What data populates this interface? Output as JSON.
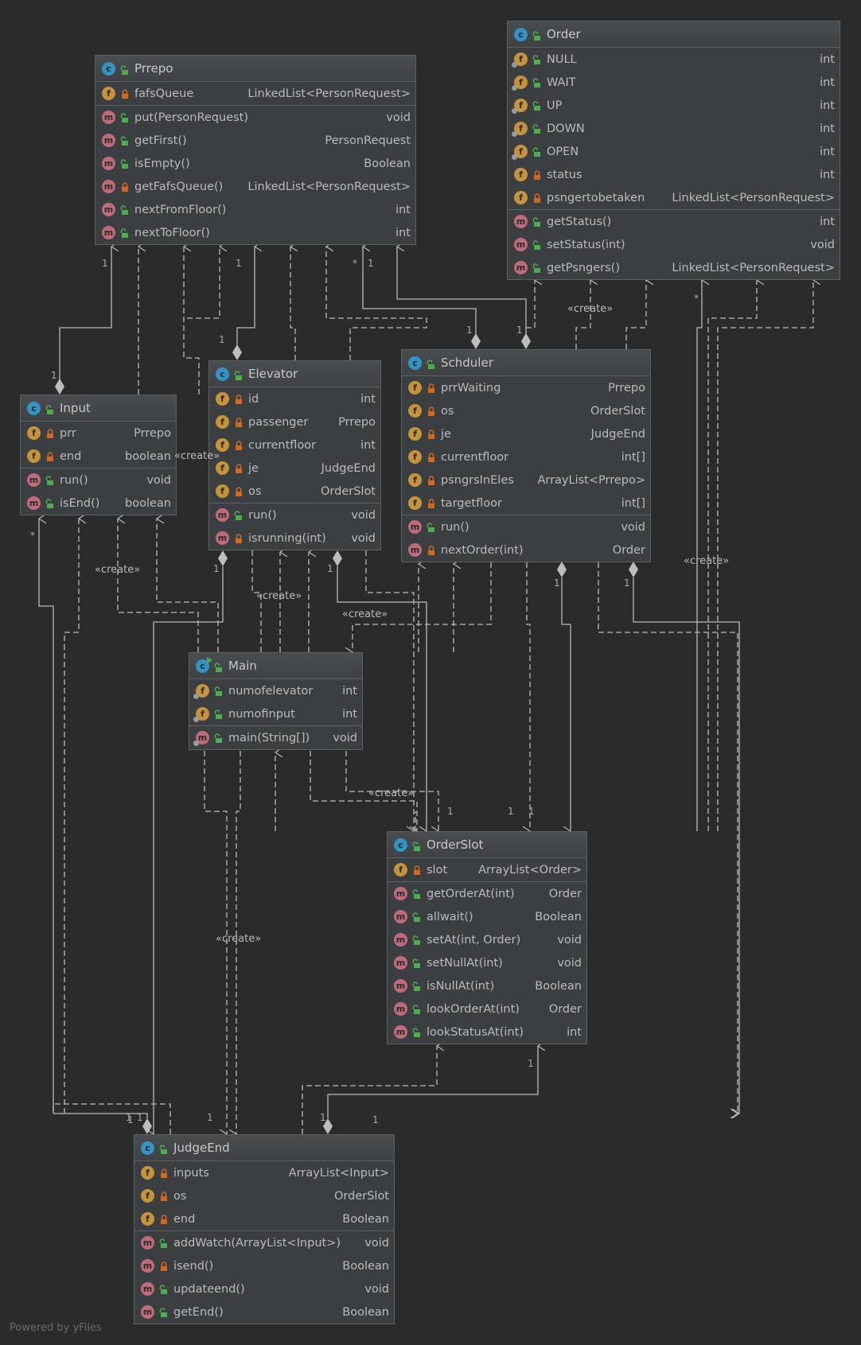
{
  "diagram_title": "UML class diagram",
  "footer": "Powered by yFiles",
  "icon_legend": {
    "c": "class-icon",
    "f": "field-icon",
    "m": "method-icon",
    "public": "unlocked-green-icon",
    "private": "locked-orange-icon"
  },
  "classes": {
    "Prrepo": {
      "name": "Prrepo",
      "kind": "class",
      "fields": [
        {
          "name": "fafsQueue",
          "type": "LinkedList<PersonRequest>",
          "visibility": "private",
          "static": false
        }
      ],
      "methods": [
        {
          "name": "put(PersonRequest)",
          "type": "void",
          "visibility": "public"
        },
        {
          "name": "getFirst()",
          "type": "PersonRequest",
          "visibility": "public"
        },
        {
          "name": "isEmpty()",
          "type": "Boolean",
          "visibility": "public"
        },
        {
          "name": "getFafsQueue()",
          "type": "LinkedList<PersonRequest>",
          "visibility": "private"
        },
        {
          "name": "nextFromFloor()",
          "type": "int",
          "visibility": "public"
        },
        {
          "name": "nextToFloor()",
          "type": "int",
          "visibility": "public"
        }
      ]
    },
    "Order": {
      "name": "Order",
      "kind": "class",
      "fields": [
        {
          "name": "NULL",
          "type": "int",
          "visibility": "public",
          "static": true
        },
        {
          "name": "WAIT",
          "type": "int",
          "visibility": "public",
          "static": true
        },
        {
          "name": "UP",
          "type": "int",
          "visibility": "public",
          "static": true
        },
        {
          "name": "DOWN",
          "type": "int",
          "visibility": "public",
          "static": true
        },
        {
          "name": "OPEN",
          "type": "int",
          "visibility": "public",
          "static": true
        },
        {
          "name": "status",
          "type": "int",
          "visibility": "private",
          "static": false
        },
        {
          "name": "psngertobetaken",
          "type": "LinkedList<PersonRequest>",
          "visibility": "private",
          "static": false
        }
      ],
      "methods": [
        {
          "name": "getStatus()",
          "type": "int",
          "visibility": "public"
        },
        {
          "name": "setStatus(int)",
          "type": "void",
          "visibility": "public"
        },
        {
          "name": "getPsngers()",
          "type": "LinkedList<PersonRequest>",
          "visibility": "public"
        }
      ]
    },
    "Input": {
      "name": "Input",
      "kind": "class",
      "fields": [
        {
          "name": "prr",
          "type": "Prrepo",
          "visibility": "private",
          "static": false
        },
        {
          "name": "end",
          "type": "boolean",
          "visibility": "private",
          "static": false
        }
      ],
      "methods": [
        {
          "name": "run()",
          "type": "void",
          "visibility": "public"
        },
        {
          "name": "isEnd()",
          "type": "boolean",
          "visibility": "public"
        }
      ]
    },
    "Elevator": {
      "name": "Elevator",
      "kind": "class",
      "fields": [
        {
          "name": "id",
          "type": "int",
          "visibility": "private",
          "static": false
        },
        {
          "name": "passenger",
          "type": "Prrepo",
          "visibility": "private",
          "static": false
        },
        {
          "name": "currentfloor",
          "type": "int",
          "visibility": "private",
          "static": false
        },
        {
          "name": "je",
          "type": "JudgeEnd",
          "visibility": "private",
          "static": false
        },
        {
          "name": "os",
          "type": "OrderSlot",
          "visibility": "private",
          "static": false
        }
      ],
      "methods": [
        {
          "name": "run()",
          "type": "void",
          "visibility": "public"
        },
        {
          "name": "isrunning(int)",
          "type": "void",
          "visibility": "private"
        }
      ]
    },
    "Schduler": {
      "name": "Schduler",
      "kind": "class",
      "fields": [
        {
          "name": "prrWaiting",
          "type": "Prrepo",
          "visibility": "private",
          "static": false
        },
        {
          "name": "os",
          "type": "OrderSlot",
          "visibility": "private",
          "static": false
        },
        {
          "name": "je",
          "type": "JudgeEnd",
          "visibility": "private",
          "static": false
        },
        {
          "name": "currentfloor",
          "type": "int[]",
          "visibility": "private",
          "static": false
        },
        {
          "name": "psngrsInEles",
          "type": "ArrayList<Prrepo>",
          "visibility": "private",
          "static": false
        },
        {
          "name": "targetfloor",
          "type": "int[]",
          "visibility": "private",
          "static": false
        }
      ],
      "methods": [
        {
          "name": "run()",
          "type": "void",
          "visibility": "public"
        },
        {
          "name": "nextOrder(int)",
          "type": "Order",
          "visibility": "private"
        }
      ]
    },
    "Main": {
      "name": "Main",
      "kind": "main-class",
      "fields": [
        {
          "name": "numofelevator",
          "type": "int",
          "visibility": "public",
          "static": true
        },
        {
          "name": "numofinput",
          "type": "int",
          "visibility": "public",
          "static": true
        }
      ],
      "methods": [
        {
          "name": "main(String[])",
          "type": "void",
          "visibility": "public",
          "static": true
        }
      ]
    },
    "OrderSlot": {
      "name": "OrderSlot",
      "kind": "class",
      "fields": [
        {
          "name": "slot",
          "type": "ArrayList<Order>",
          "visibility": "private",
          "static": false
        }
      ],
      "methods": [
        {
          "name": "getOrderAt(int)",
          "type": "Order",
          "visibility": "public"
        },
        {
          "name": "allwait()",
          "type": "Boolean",
          "visibility": "public"
        },
        {
          "name": "setAt(int, Order)",
          "type": "void",
          "visibility": "public"
        },
        {
          "name": "setNullAt(int)",
          "type": "void",
          "visibility": "public"
        },
        {
          "name": "isNullAt(int)",
          "type": "Boolean",
          "visibility": "public"
        },
        {
          "name": "lookOrderAt(int)",
          "type": "Order",
          "visibility": "public"
        },
        {
          "name": "lookStatusAt(int)",
          "type": "int",
          "visibility": "public"
        }
      ]
    },
    "JudgeEnd": {
      "name": "JudgeEnd",
      "kind": "class",
      "fields": [
        {
          "name": "inputs",
          "type": "ArrayList<Input>",
          "visibility": "private",
          "static": false
        },
        {
          "name": "os",
          "type": "OrderSlot",
          "visibility": "private",
          "static": false
        },
        {
          "name": "end",
          "type": "Boolean",
          "visibility": "private",
          "static": false
        }
      ],
      "methods": [
        {
          "name": "addWatch(ArrayList<Input>)",
          "type": "void",
          "visibility": "public"
        },
        {
          "name": "isend()",
          "type": "Boolean",
          "visibility": "private"
        },
        {
          "name": "updateend()",
          "type": "void",
          "visibility": "public"
        },
        {
          "name": "getEnd()",
          "type": "Boolean",
          "visibility": "public"
        }
      ]
    }
  },
  "labels": {
    "create": "«create»",
    "one": "1",
    "many": "*"
  },
  "relations": [
    {
      "from": "Input",
      "to": "Prrepo",
      "kind": "composition",
      "multiplicity_target": "1",
      "multiplicity_source": "1"
    },
    {
      "from": "Elevator",
      "to": "Prrepo",
      "kind": "composition",
      "multiplicity_target": "1",
      "multiplicity_source": "1"
    },
    {
      "from": "Schduler",
      "to": "Prrepo",
      "kind": "composition",
      "multiplicity_target": "*",
      "multiplicity_source": "1"
    },
    {
      "from": "Schduler",
      "to": "Prrepo",
      "kind": "composition",
      "multiplicity_target": "1",
      "multiplicity_source": "1"
    },
    {
      "from": "Main",
      "to": "Prrepo",
      "kind": "dependency"
    },
    {
      "from": "Elevator",
      "to": "Prrepo",
      "kind": "dependency"
    },
    {
      "from": "Schduler",
      "to": "Order",
      "kind": "dependency",
      "label": "«create»"
    },
    {
      "from": "OrderSlot",
      "to": "Order",
      "kind": "composition",
      "multiplicity_target": "*"
    },
    {
      "from": "Main",
      "to": "Input",
      "kind": "dependency",
      "label": "«create»"
    },
    {
      "from": "JudgeEnd",
      "to": "Input",
      "kind": "composition",
      "multiplicity_target": "*",
      "multiplicity_source": "1"
    },
    {
      "from": "Main",
      "to": "Elevator",
      "kind": "dependency",
      "label": "«create»"
    },
    {
      "from": "Main",
      "to": "Schduler",
      "kind": "dependency",
      "label": "«create»"
    },
    {
      "from": "Elevator",
      "to": "OrderSlot",
      "kind": "composition",
      "multiplicity_target": "1"
    },
    {
      "from": "Schduler",
      "to": "OrderSlot",
      "kind": "composition",
      "multiplicity_target": "1"
    },
    {
      "from": "Main",
      "to": "OrderSlot",
      "kind": "dependency",
      "label": "«create»"
    },
    {
      "from": "Elevator",
      "to": "JudgeEnd",
      "kind": "composition",
      "multiplicity_target": "1"
    },
    {
      "from": "Schduler",
      "to": "JudgeEnd",
      "kind": "composition",
      "multiplicity_target": "1"
    },
    {
      "from": "Main",
      "to": "JudgeEnd",
      "kind": "dependency",
      "label": "«create»"
    },
    {
      "from": "JudgeEnd",
      "to": "OrderSlot",
      "kind": "composition",
      "multiplicity_target": "1"
    }
  ]
}
